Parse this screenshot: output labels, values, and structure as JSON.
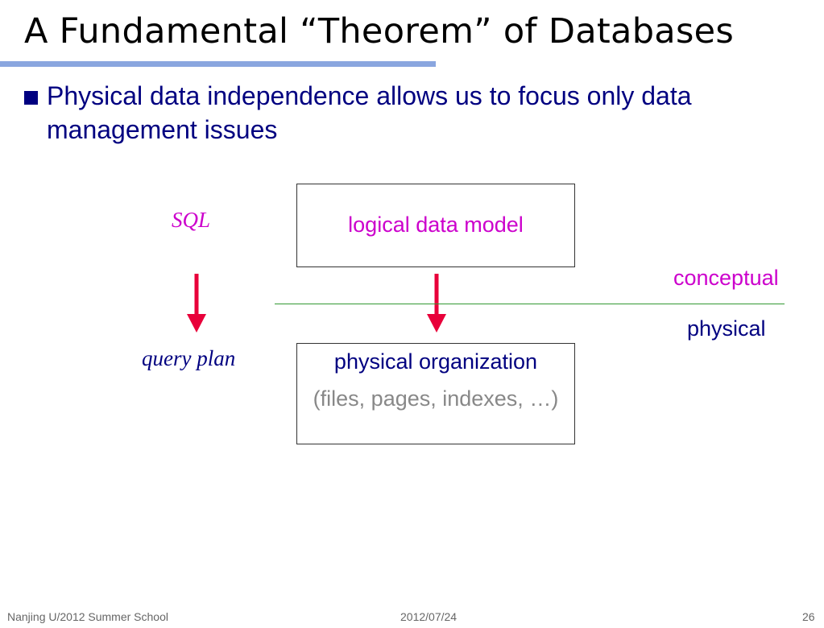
{
  "slide": {
    "title": "A Fundamental “Theorem” of Databases",
    "bullet": "Physical data independence allows us to focus only data management issues"
  },
  "diagram": {
    "left_top_label": "SQL",
    "left_bottom_label": "query plan",
    "top_box_text": "logical data model",
    "bottom_box_title": "physical organization",
    "bottom_box_detail": "(files, pages, indexes, …)",
    "upper_layer_label": "conceptual",
    "lower_layer_label": "physical",
    "colors": {
      "magenta": "#cc00cc",
      "navy": "#000080",
      "arrow": "#e8003a",
      "divider": "#339933",
      "title_rule": "#8aa6df"
    }
  },
  "footer": {
    "left": "Nanjing U/2012 Summer School",
    "center": "2012/07/24",
    "right": "26"
  }
}
